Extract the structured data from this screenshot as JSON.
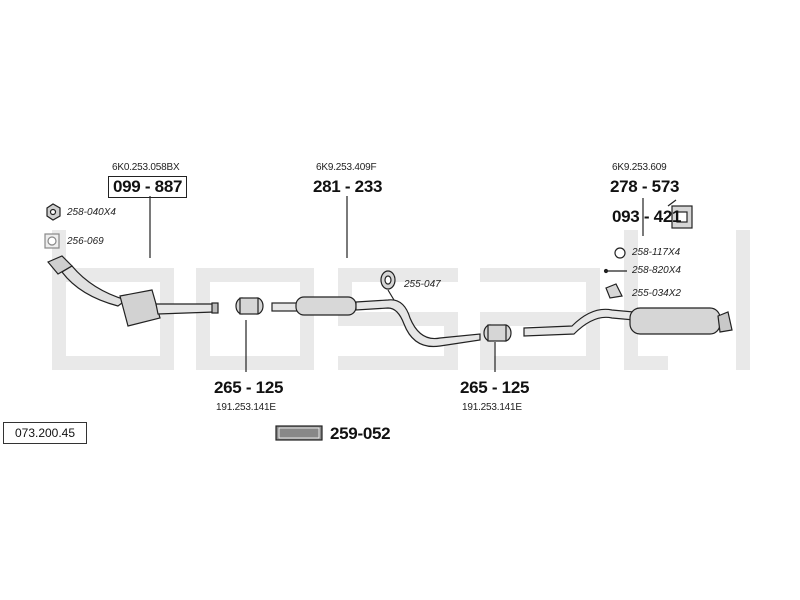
{
  "colors": {
    "watermark": "#e9e9e9",
    "line": "#222222",
    "part_fill": "#d9d9d9"
  },
  "catalog_code": "073.200.45",
  "brand_logo": "bosal",
  "parts": [
    {
      "oe": "6K0.253.058BX",
      "number": "099 - 887"
    },
    {
      "oe": "6K9.253.409F",
      "number": "281 - 233"
    },
    {
      "oe": "6K9.253.609",
      "number": "278 - 573"
    },
    {
      "oe": "",
      "number": "093 - 421"
    },
    {
      "oe": "191.253.141E",
      "number": "265 - 125"
    },
    {
      "oe": "191.253.141E",
      "number": "265 - 125"
    },
    {
      "oe": "",
      "number": "259-052"
    }
  ],
  "accessories": [
    {
      "code": "258-040X4",
      "icon": "hex-nut-icon"
    },
    {
      "code": "256-069",
      "icon": "gasket-icon"
    },
    {
      "code": "255-047",
      "icon": "rubber-hanger-icon"
    },
    {
      "code": "258-117X4",
      "icon": "ring-icon"
    },
    {
      "code": "258-820X4",
      "icon": "bolt-icon"
    },
    {
      "code": "255-034X2",
      "icon": "bracket-icon"
    }
  ]
}
